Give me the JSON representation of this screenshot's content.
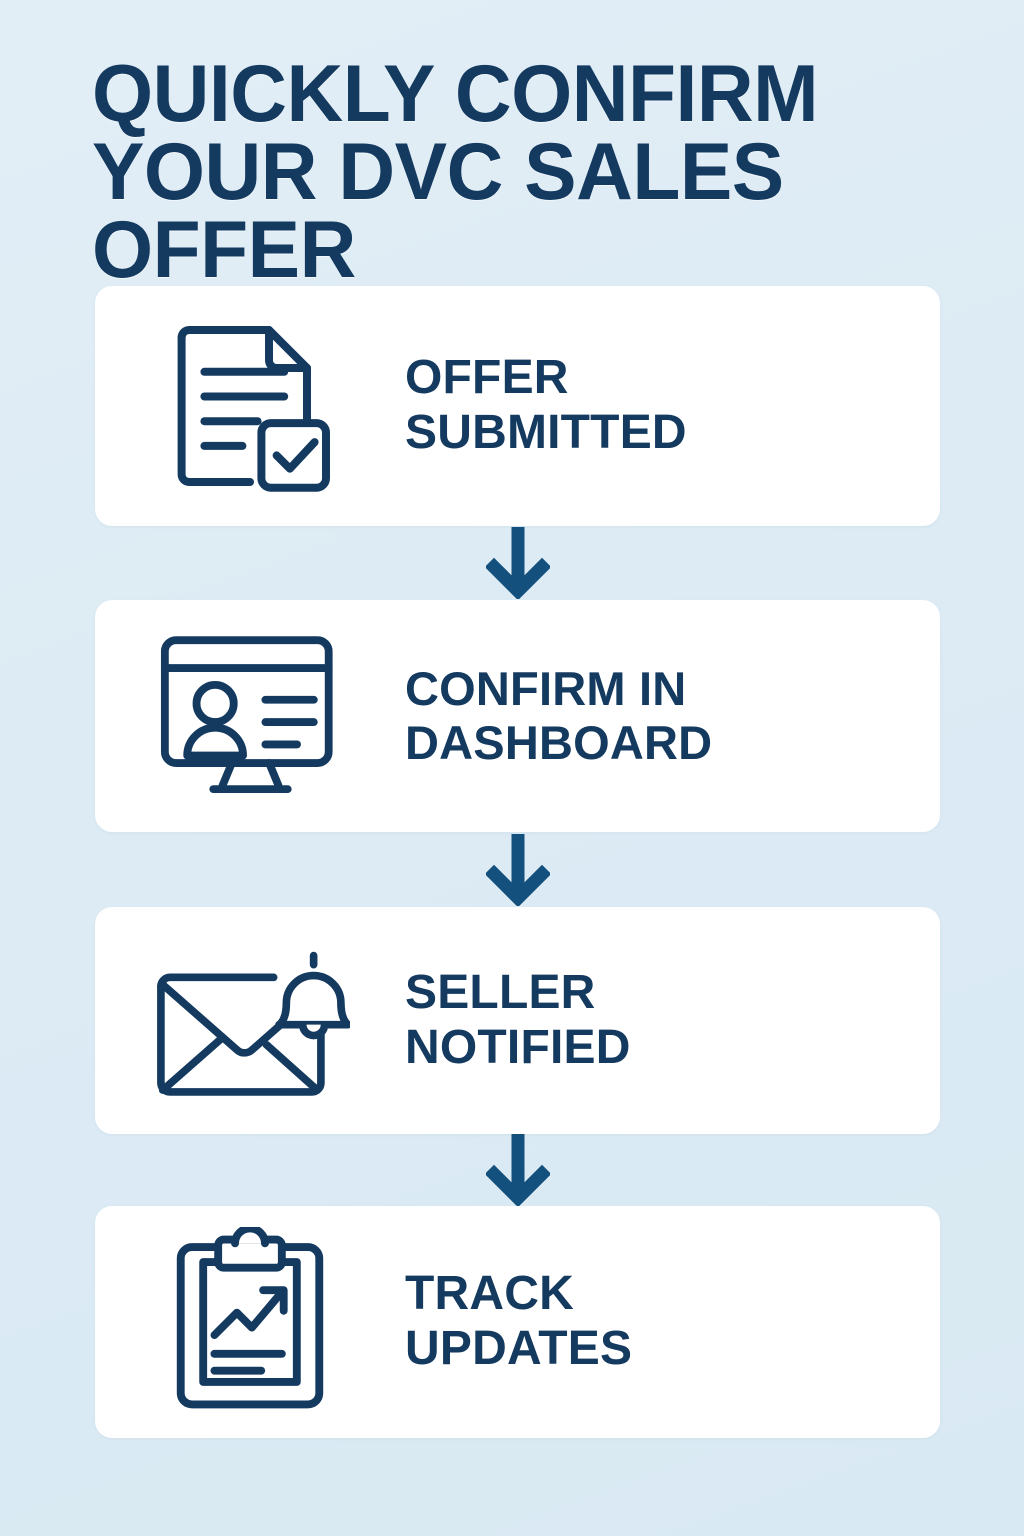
{
  "theme": {
    "background": "#dfecf4",
    "card_background": "#ffffff",
    "navy": "#143a60",
    "arrow_color": "#14507d"
  },
  "header": {
    "title_line1": "QUICKLY CONFIRM",
    "title_line2": "YOUR DVC SALES OFFER"
  },
  "steps": [
    {
      "icon": "document-check-icon",
      "label": "OFFER\nSUBMITTED"
    },
    {
      "icon": "dashboard-monitor-icon",
      "label": "CONFIRM IN\nDASHBOARD"
    },
    {
      "icon": "envelope-bell-icon",
      "label": "SELLER\nNOTIFIED"
    },
    {
      "icon": "clipboard-chart-icon",
      "label": "TRACK\nUPDATES"
    }
  ],
  "connectors": [
    {
      "icon": "arrow-down-icon"
    },
    {
      "icon": "arrow-down-icon"
    },
    {
      "icon": "arrow-down-icon"
    }
  ]
}
